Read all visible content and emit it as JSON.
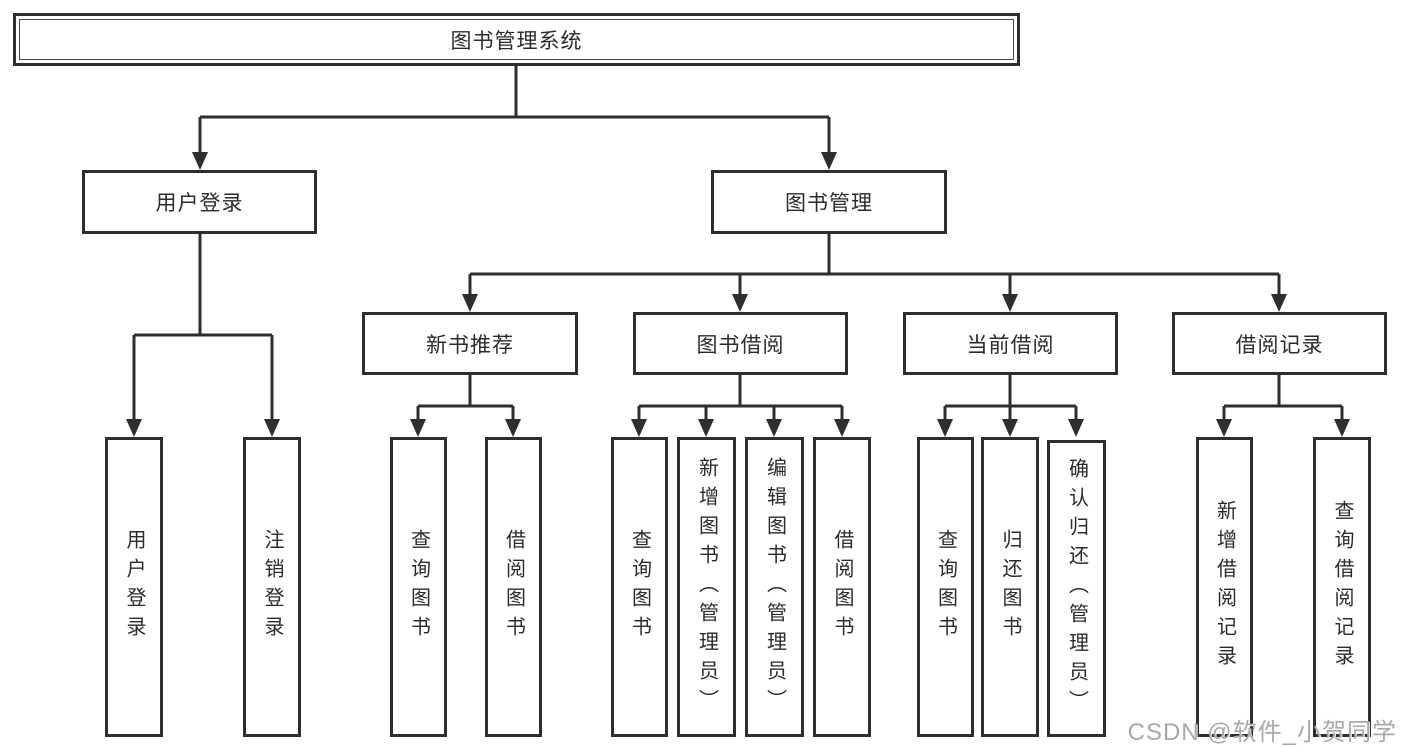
{
  "tree": {
    "label": "图书管理系统",
    "children": [
      {
        "label": "用户登录",
        "children": [
          {
            "label": "用户登录"
          },
          {
            "label": "注销登录"
          }
        ]
      },
      {
        "label": "图书管理",
        "children": [
          {
            "label": "新书推荐",
            "children": [
              {
                "label": "查询图书"
              },
              {
                "label": "借阅图书"
              }
            ]
          },
          {
            "label": "图书借阅",
            "children": [
              {
                "label": "查询图书"
              },
              {
                "label": "新增图书（管理员）"
              },
              {
                "label": "编辑图书（管理员）"
              },
              {
                "label": "借阅图书"
              }
            ]
          },
          {
            "label": "当前借阅",
            "children": [
              {
                "label": "查询图书"
              },
              {
                "label": "归还图书"
              },
              {
                "label": "确认归还（管理员）"
              }
            ]
          },
          {
            "label": "借阅记录",
            "children": [
              {
                "label": "新增借阅记录"
              },
              {
                "label": "查询借阅记录"
              }
            ]
          }
        ]
      }
    ]
  },
  "watermark": {
    "text": "CSDN @软件_小贺同学"
  },
  "colors": {
    "line": "#2e2e2e",
    "box_border": "#2e2e2e",
    "text": "#2b2b2b",
    "watermark": "#a8a8a8",
    "background": "#ffffff"
  }
}
